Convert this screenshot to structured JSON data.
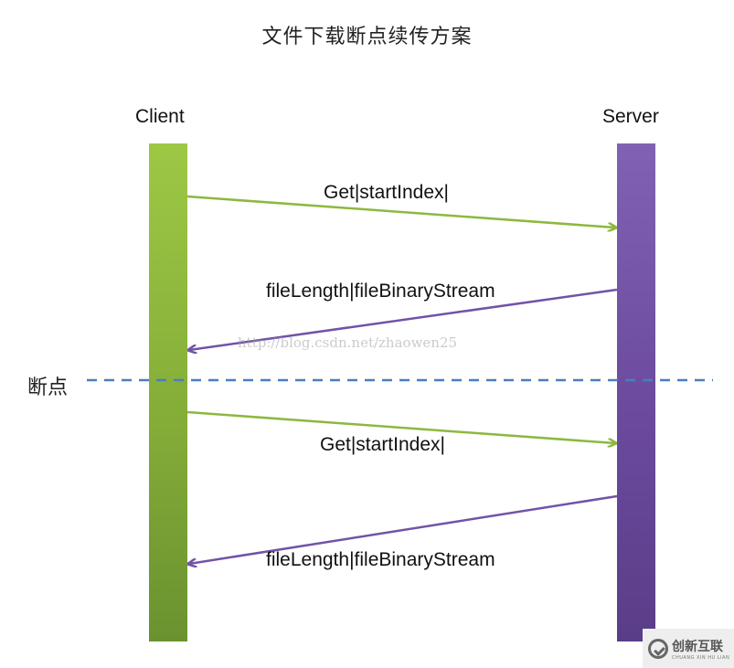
{
  "title": "文件下载断点续传方案",
  "actors": {
    "client": "Client",
    "server": "Server"
  },
  "messages": [
    {
      "label": "Get|startIndex|",
      "from": "Client",
      "to": "Server"
    },
    {
      "label": "fileLength|fileBinaryStream",
      "from": "Server",
      "to": "Client"
    },
    {
      "label": "Get|startIndex|",
      "from": "Client",
      "to": "Server"
    },
    {
      "label": "fileLength|fileBinaryStream",
      "from": "Server",
      "to": "Client"
    }
  ],
  "breakpoint_label": "断点",
  "watermark": "http://blog.csdn.net/zhaowen25",
  "logo": {
    "name": "创新互联",
    "subtext": "CHUANG XIN HU LIAN"
  },
  "colors": {
    "client": "#8db83f",
    "server": "#7153a6",
    "breakpoint_line": "#4a7ebb"
  }
}
